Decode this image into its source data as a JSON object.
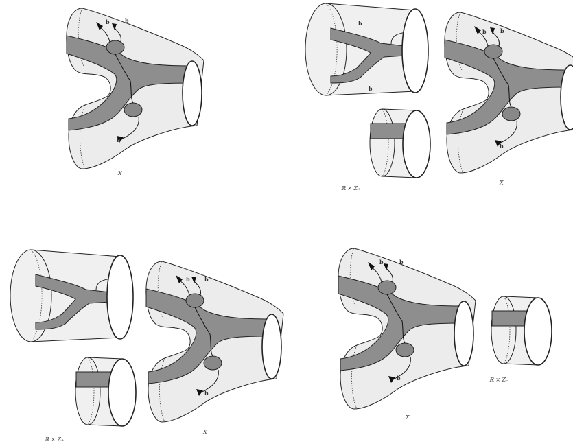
{
  "labels": {
    "b": "b",
    "X": "X",
    "RxZplus": "ℝ × Z₊",
    "RxZminus": "ℝ × Z₋"
  }
}
